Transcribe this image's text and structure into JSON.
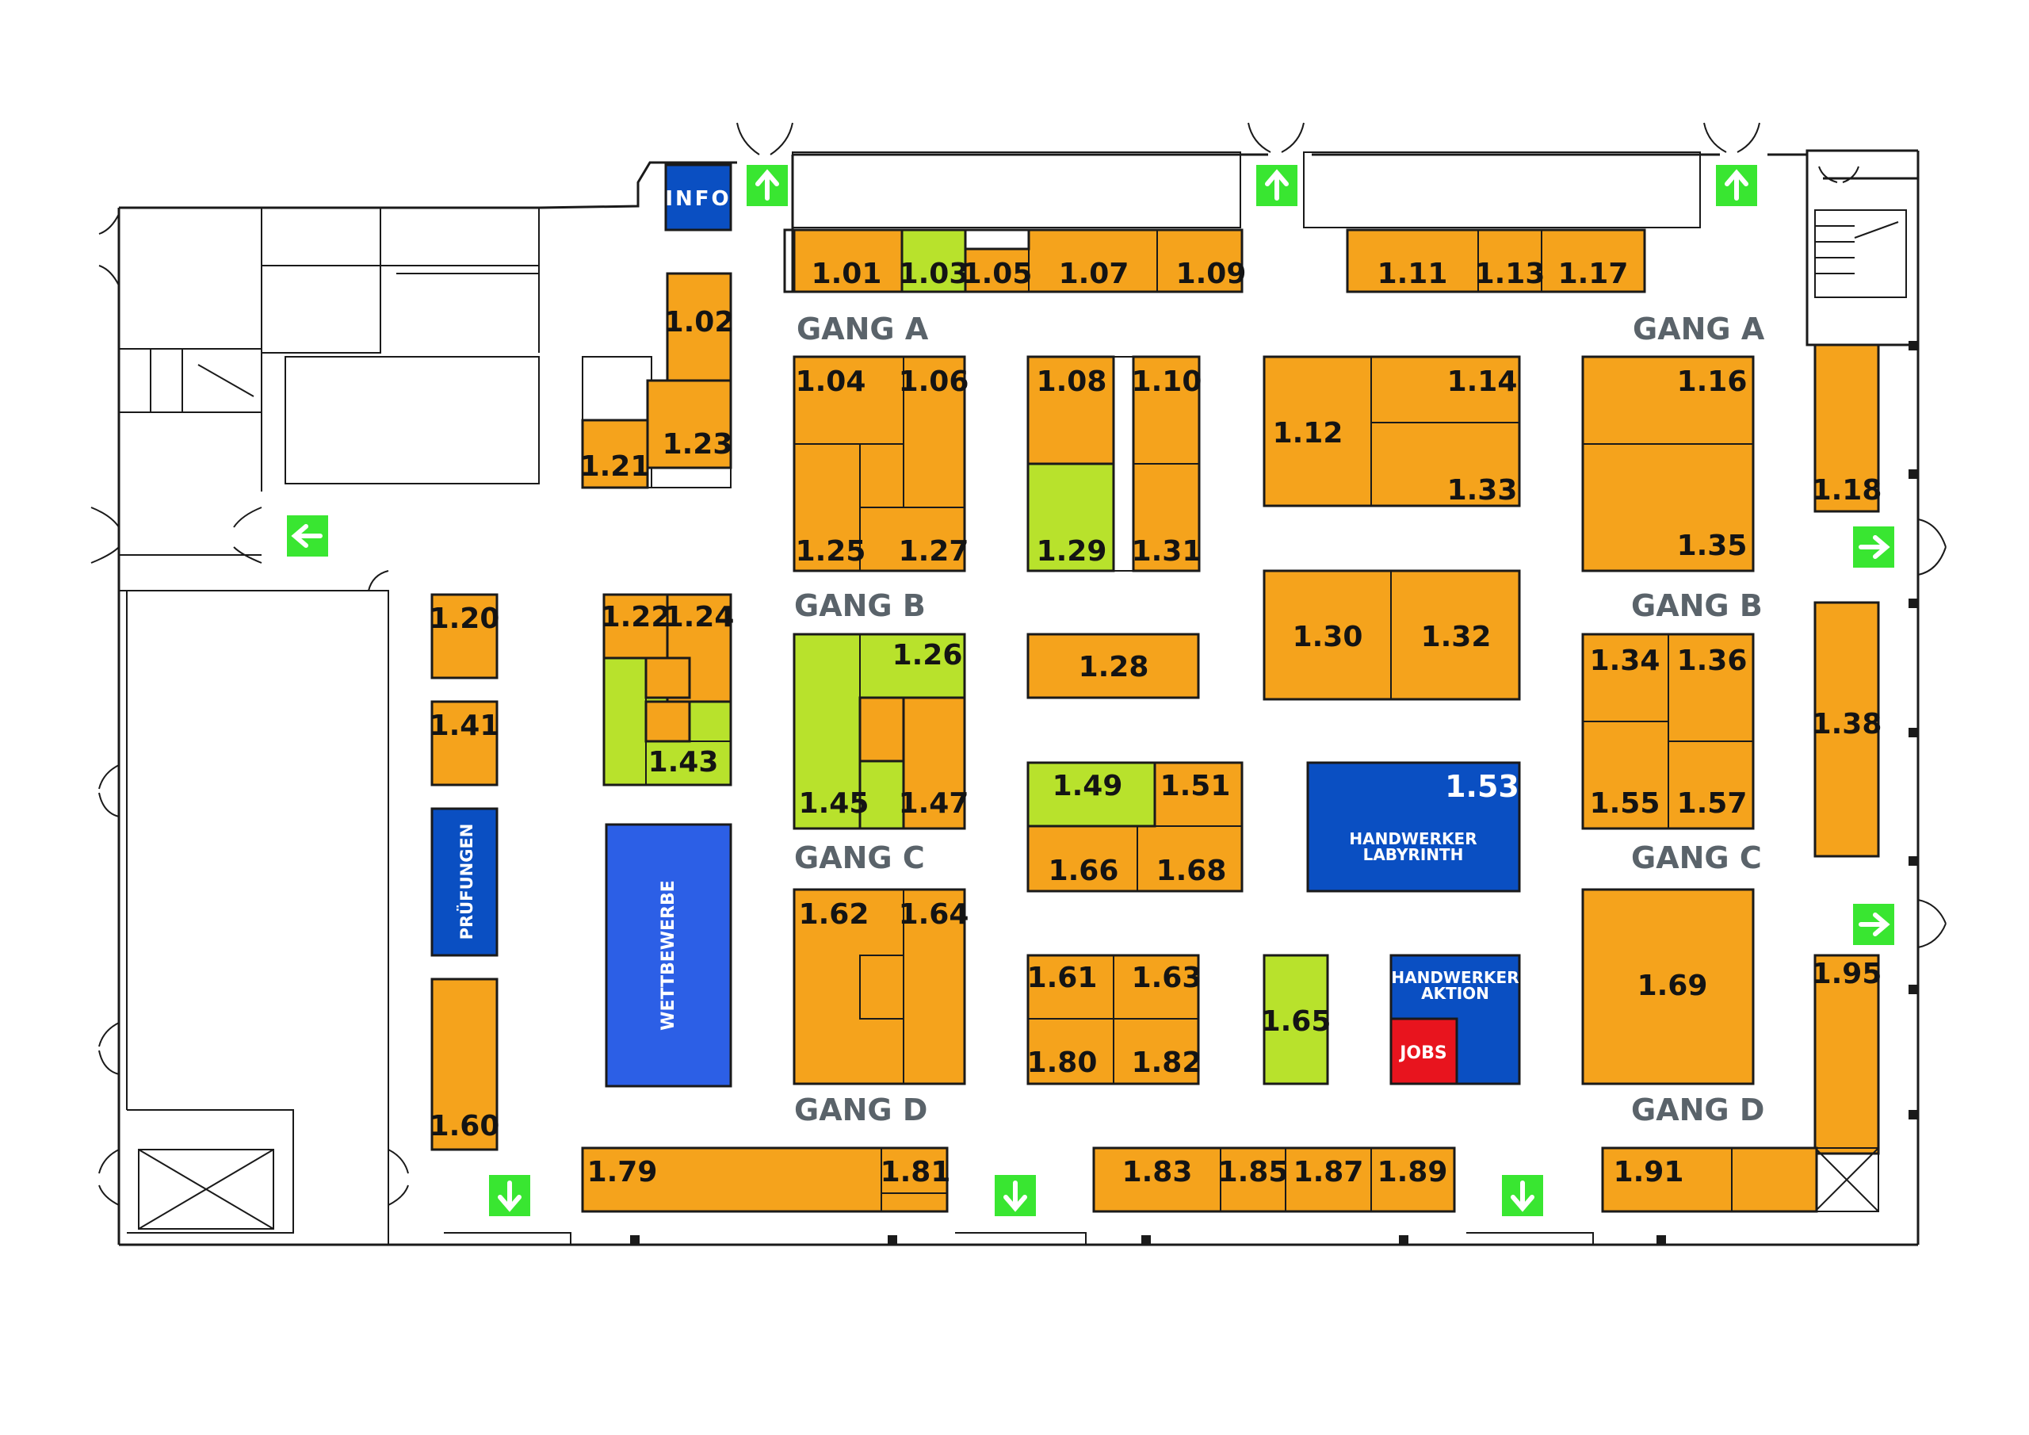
{
  "colors": {
    "orange": "#f5a31c",
    "green": "#b8e22c",
    "blue": "#0a4fc2",
    "wett_blue": "#2c5fe6",
    "red": "#e8141e",
    "exit_green": "#39e631"
  },
  "aisles": {
    "gang_a": "GANG A",
    "gang_b": "GANG B",
    "gang_c": "GANG C",
    "gang_d": "GANG D"
  },
  "special": {
    "info": "INFO",
    "pruefungen": "PRÜFUNGEN",
    "wettbewerbe": "WETTBEWERBE",
    "labyrinth_line1": "HANDWERKER",
    "labyrinth_line2": "LABYRINTH",
    "aktion_line1": "HANDWERKER",
    "aktion_line2": "AKTION",
    "jobs": "JOBS"
  },
  "booths": {
    "b101": "1.01",
    "b103": "1.03",
    "b105": "1.05",
    "b107": "1.07",
    "b109": "1.09",
    "b111": "1.11",
    "b113": "1.13",
    "b117": "1.17",
    "b102": "1.02",
    "b123": "1.23",
    "b121": "1.21",
    "b104": "1.04",
    "b106": "1.06",
    "b125": "1.25",
    "b127": "1.27",
    "b108": "1.08",
    "b110": "1.10",
    "b129": "1.29",
    "b131": "1.31",
    "b112": "1.12",
    "b114": "1.14",
    "b133": "1.33",
    "b116": "1.16",
    "b135": "1.35",
    "b118": "1.18",
    "b120": "1.20",
    "b141": "1.41",
    "b160": "1.60",
    "b122": "1.22",
    "b124": "1.24",
    "b143": "1.43",
    "b126": "1.26",
    "b145": "1.45",
    "b147": "1.47",
    "b128": "1.28",
    "b130": "1.30",
    "b132": "1.32",
    "b134": "1.34",
    "b136": "1.36",
    "b155": "1.55",
    "b157": "1.57",
    "b138": "1.38",
    "b149": "1.49",
    "b151": "1.51",
    "b166": "1.66",
    "b168": "1.68",
    "b153": "1.53",
    "b162": "1.62",
    "b164": "1.64",
    "b161": "1.61",
    "b163": "1.63",
    "b180": "1.80",
    "b182": "1.82",
    "b165": "1.65",
    "b169": "1.69",
    "b195": "1.95",
    "b179": "1.79",
    "b181": "1.81",
    "b183": "1.83",
    "b185": "1.85",
    "b187": "1.87",
    "b189": "1.89",
    "b191": "1.91"
  }
}
